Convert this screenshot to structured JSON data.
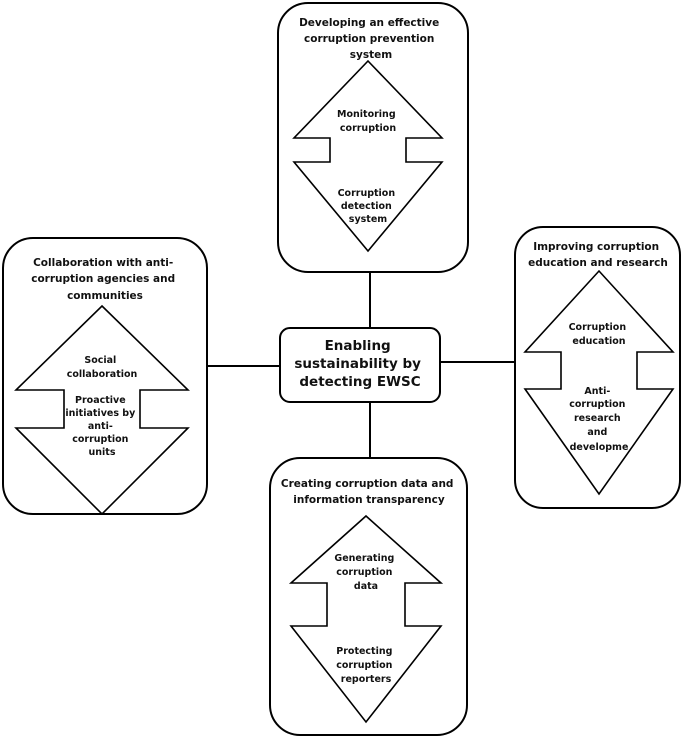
{
  "center": {
    "lines": [
      "Enabling",
      "sustainability by",
      "detecting EWSC"
    ]
  },
  "boxes": {
    "top": {
      "title": [
        "Developing an effective",
        "corruption prevention",
        "system"
      ],
      "upper": [
        "Monitoring",
        "corruption"
      ],
      "lower": [
        "Corruption",
        "detection",
        "system"
      ]
    },
    "left": {
      "title": [
        "Collaboration with anti-",
        "corruption agencies and",
        "communities"
      ],
      "upper": [
        "Social",
        "collaboration"
      ],
      "lower": [
        "Proactive",
        "initiatives by",
        "anti-",
        "corruption",
        "units"
      ]
    },
    "right": {
      "title": [
        "Improving corruption",
        "education and research"
      ],
      "upper": [
        "Corruption",
        "education"
      ],
      "lower": [
        "Anti-",
        "corruption",
        "research",
        "and",
        "developme"
      ]
    },
    "bottom": {
      "title": [
        "Creating corruption data and",
        "information transparency"
      ],
      "upper": [
        "Generating",
        "corruption",
        "data"
      ],
      "lower": [
        "Protecting",
        "corruption",
        "reporters"
      ]
    }
  }
}
